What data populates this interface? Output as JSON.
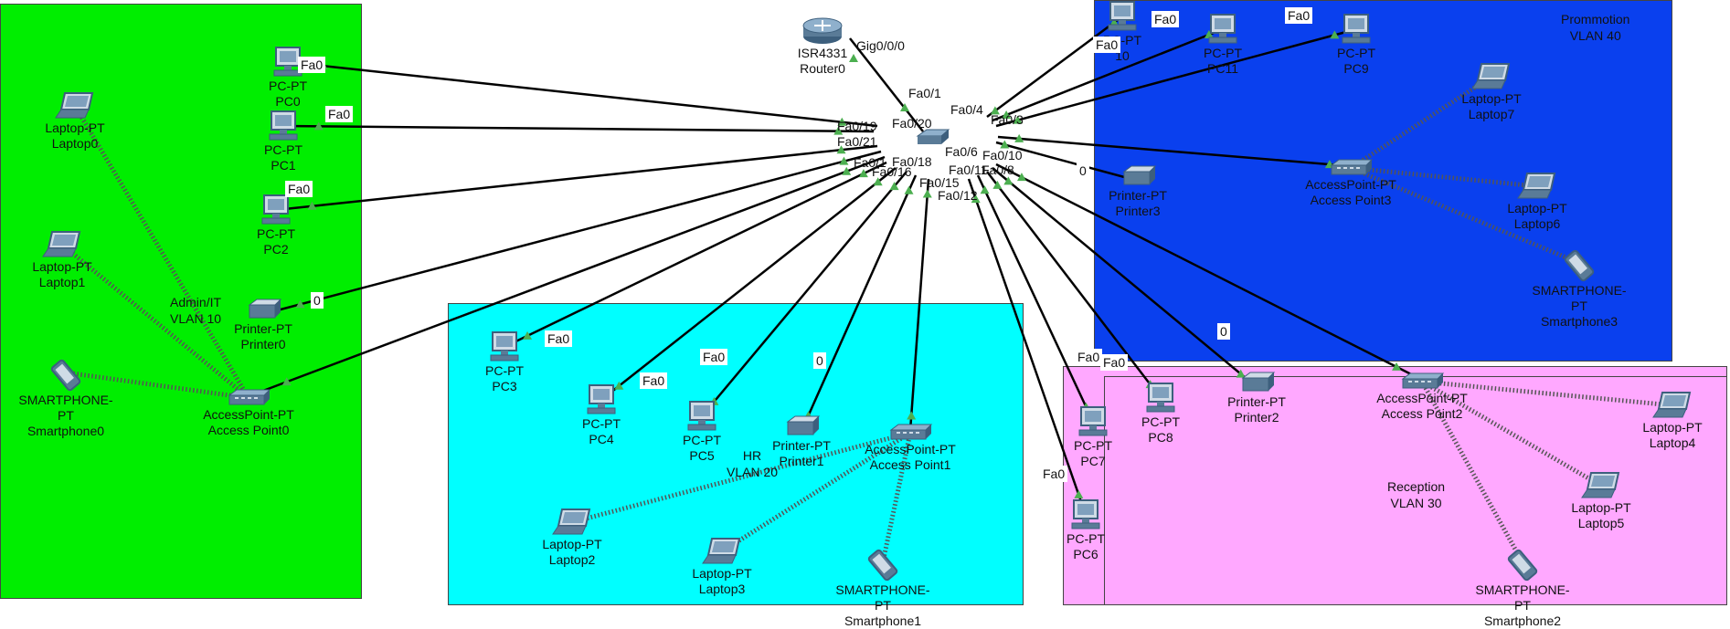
{
  "zones": [
    {
      "id": "admin",
      "name": "Admin/IT",
      "vlan": "VLAN 10",
      "color": "#00ee00"
    },
    {
      "id": "hr",
      "name": "HR",
      "vlan": "VLAN 20",
      "color": "#00ffff"
    },
    {
      "id": "reception",
      "name": "Reception",
      "vlan": "VLAN 30",
      "color": "#ffa8ff"
    },
    {
      "id": "promo",
      "name": "Prommotion",
      "vlan": "VLAN 40",
      "color": "#0a40ee"
    }
  ],
  "colors": {
    "cable": "#000000",
    "wireless": "#555555",
    "link_up": "#4caf50",
    "device": "#5a7b97"
  },
  "router": {
    "model": "ISR4331",
    "name": "Router0",
    "port": "Gig0/0/0",
    "icon": "router-icon"
  },
  "switch": {
    "icon": "switch-icon"
  },
  "devices": [
    {
      "id": "pc0",
      "type": "PC-PT",
      "name": "PC0",
      "icon": "pc-icon",
      "port": "Fa0"
    },
    {
      "id": "pc1",
      "type": "PC-PT",
      "name": "PC1",
      "icon": "pc-icon",
      "port": "Fa0"
    },
    {
      "id": "pc2",
      "type": "PC-PT",
      "name": "PC2",
      "icon": "pc-icon",
      "port": "Fa0"
    },
    {
      "id": "printer0",
      "type": "Printer-PT",
      "name": "Printer0",
      "icon": "printer-icon",
      "port": "0"
    },
    {
      "id": "ap0",
      "type": "AccessPoint-PT",
      "name": "Access Point0",
      "icon": "access-point-icon"
    },
    {
      "id": "laptop0",
      "type": "Laptop-PT",
      "name": "Laptop0",
      "icon": "laptop-icon"
    },
    {
      "id": "laptop1",
      "type": "Laptop-PT",
      "name": "Laptop1",
      "icon": "laptop-icon"
    },
    {
      "id": "sp0",
      "type": "SMARTPHONE-PT",
      "name": "Smartphone0",
      "icon": "smartphone-icon"
    },
    {
      "id": "pc3",
      "type": "PC-PT",
      "name": "PC3",
      "icon": "pc-icon",
      "port": "Fa0"
    },
    {
      "id": "pc4",
      "type": "PC-PT",
      "name": "PC4",
      "icon": "pc-icon",
      "port": "Fa0"
    },
    {
      "id": "pc5",
      "type": "PC-PT",
      "name": "PC5",
      "icon": "pc-icon",
      "port": "Fa0"
    },
    {
      "id": "printer1",
      "type": "Printer-PT",
      "name": "Printer1",
      "icon": "printer-icon",
      "port": "0"
    },
    {
      "id": "ap1",
      "type": "AccessPoint-PT",
      "name": "Access Point1",
      "icon": "access-point-icon"
    },
    {
      "id": "laptop2",
      "type": "Laptop-PT",
      "name": "Laptop2",
      "icon": "laptop-icon"
    },
    {
      "id": "laptop3",
      "type": "Laptop-PT",
      "name": "Laptop3",
      "icon": "laptop-icon"
    },
    {
      "id": "sp1",
      "type": "SMARTPHONE-PT",
      "name": "Smartphone1",
      "icon": "smartphone-icon"
    },
    {
      "id": "pc6",
      "type": "PC-PT",
      "name": "PC6",
      "icon": "pc-icon",
      "port": "Fa0"
    },
    {
      "id": "pc7",
      "type": "PC-PT",
      "name": "PC7",
      "icon": "pc-icon",
      "port": "Fa0"
    },
    {
      "id": "pc8",
      "type": "PC-PT",
      "name": "PC8",
      "icon": "pc-icon",
      "port": "Fa0"
    },
    {
      "id": "printer2",
      "type": "Printer-PT",
      "name": "Printer2",
      "icon": "printer-icon",
      "port": "0"
    },
    {
      "id": "ap2",
      "type": "AccessPoint-PT",
      "name": "Access Point2",
      "icon": "access-point-icon"
    },
    {
      "id": "laptop4",
      "type": "Laptop-PT",
      "name": "Laptop4",
      "icon": "laptop-icon"
    },
    {
      "id": "laptop5",
      "type": "Laptop-PT",
      "name": "Laptop5",
      "icon": "laptop-icon"
    },
    {
      "id": "sp2",
      "type": "SMARTPHONE-PT",
      "name": "Smartphone2",
      "icon": "smartphone-icon"
    },
    {
      "id": "pc9",
      "type": "PC-PT",
      "name": "PC9",
      "icon": "pc-icon",
      "port": "Fa0"
    },
    {
      "id": "pc10",
      "type": "PC-PT",
      "name": "10",
      "icon": "pc-icon",
      "port": "Fa0"
    },
    {
      "id": "pc11",
      "type": "PC-PT",
      "name": "PC11",
      "icon": "pc-icon",
      "port": "Fa0"
    },
    {
      "id": "printer3",
      "type": "Printer-PT",
      "name": "Printer3",
      "icon": "printer-icon",
      "port": "0"
    },
    {
      "id": "ap3",
      "type": "AccessPoint-PT",
      "name": "Access Point3",
      "icon": "access-point-icon"
    },
    {
      "id": "laptop6",
      "type": "Laptop-PT",
      "name": "Laptop6",
      "icon": "laptop-icon"
    },
    {
      "id": "laptop7",
      "type": "Laptop-PT",
      "name": "Laptop7",
      "icon": "laptop-icon"
    },
    {
      "id": "sp3",
      "type": "SMARTPHONE-PT",
      "name": "Smartphone3",
      "icon": "smartphone-icon"
    }
  ],
  "switch_ports": [
    "Fa0/1",
    "Fa0/20",
    "Fa0/4",
    "Fa0/3",
    "Fa0/19",
    "Fa0/21",
    "Fa0/6",
    "Fa0/10",
    "Fa0/18",
    "Fa0/1",
    "Fa0/11",
    "Fa0/16",
    "Fa0/12",
    "Fa0/8",
    "Fa0/15"
  ]
}
